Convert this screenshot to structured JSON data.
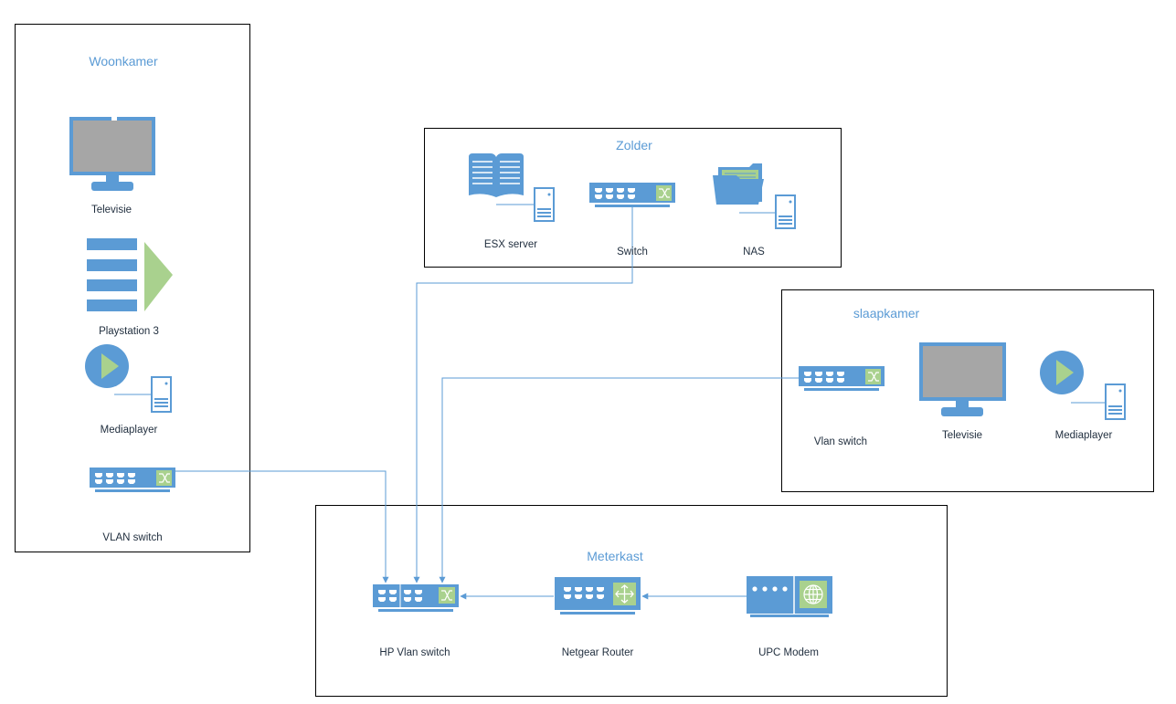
{
  "colors": {
    "device_blue": "#5b9bd5",
    "device_green": "#a9d18e",
    "screen_gray": "#a6a6a6",
    "connector_line": "#5b9bd5",
    "border": "#000000"
  },
  "rooms": {
    "woonkamer": {
      "title": "Woonkamer",
      "devices": {
        "television": {
          "label": "Televisie",
          "icon": "monitor-icon"
        },
        "playstation": {
          "label": "Playstation 3",
          "icon": "game-console-icon"
        },
        "mediaplayer": {
          "label": "Mediaplayer",
          "icon": "media-player-icon"
        },
        "vlan_switch": {
          "label": "VLAN switch",
          "icon": "network-switch-icon"
        }
      }
    },
    "zolder": {
      "title": "Zolder",
      "devices": {
        "esx_server": {
          "label": "ESX server",
          "icon": "server-icon"
        },
        "switch": {
          "label": "Switch",
          "icon": "network-switch-icon"
        },
        "nas": {
          "label": "NAS",
          "icon": "folder-storage-icon"
        }
      }
    },
    "slaapkamer": {
      "title": "slaapkamer",
      "devices": {
        "vlan_switch": {
          "label": "Vlan switch",
          "icon": "network-switch-icon"
        },
        "television": {
          "label": "Televisie",
          "icon": "monitor-icon"
        },
        "mediaplayer": {
          "label": "Mediaplayer",
          "icon": "media-player-icon"
        }
      }
    },
    "meterkast": {
      "title": "Meterkast",
      "devices": {
        "hp_vlan_switch": {
          "label": "HP Vlan switch",
          "icon": "network-switch-icon"
        },
        "router": {
          "label": "Netgear Router",
          "icon": "router-icon"
        },
        "modem": {
          "label": "UPC Modem",
          "icon": "modem-icon"
        }
      }
    }
  },
  "connections": [
    {
      "from": "woonkamer.vlan_switch",
      "to": "meterkast.hp_vlan_switch"
    },
    {
      "from": "zolder.switch",
      "to": "meterkast.hp_vlan_switch"
    },
    {
      "from": "slaapkamer.vlan_switch",
      "to": "meterkast.hp_vlan_switch"
    },
    {
      "from": "meterkast.router",
      "to": "meterkast.hp_vlan_switch"
    },
    {
      "from": "meterkast.modem",
      "to": "meterkast.router"
    }
  ]
}
